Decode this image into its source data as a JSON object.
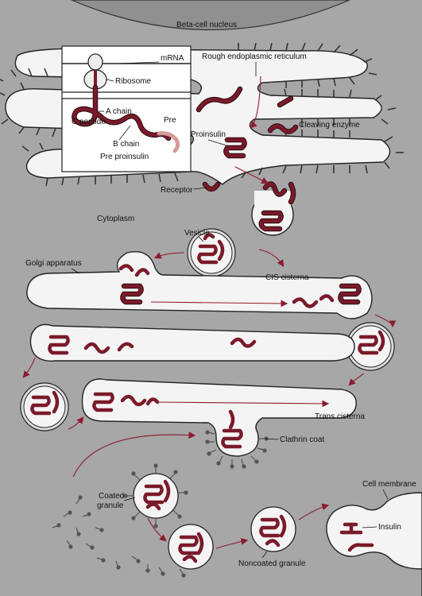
{
  "labels": {
    "nucleus": "Beta-cell nucleus",
    "rer": "Rough endoplasmic reticulum",
    "mrna": "mRNA",
    "ribosome": "Ribosome",
    "a_chain": "A chain",
    "c_peptide": "C peptide",
    "b_chain": "B chain",
    "pre": "Pre",
    "pre_proinsulin": "Pre proinsulin",
    "proinsulin": "Proinsulin",
    "cleaving_enzyme": "Cleaving enzyme",
    "receptor": "Receptor",
    "cytoplasm": "Cytoplasm",
    "vesicle": "Vesicle",
    "golgi": "Golgi apparatus",
    "cis": "CIS cisterna",
    "trans": "Trans cisterna",
    "clathrin": "Clathrin coat",
    "coated_granule_1": "Coated",
    "coated_granule_2": "granule",
    "noncoated": "Noncoated granule",
    "cell_membrane": "Cell membrane",
    "insulin": "Insulin"
  },
  "colors": {
    "background": "#a7a7a7",
    "membrane_fill": "#f4f4f4",
    "peptide": "#7a1a2a",
    "pathway_arrow": "#8e1a30",
    "nucleus": "#909090"
  }
}
